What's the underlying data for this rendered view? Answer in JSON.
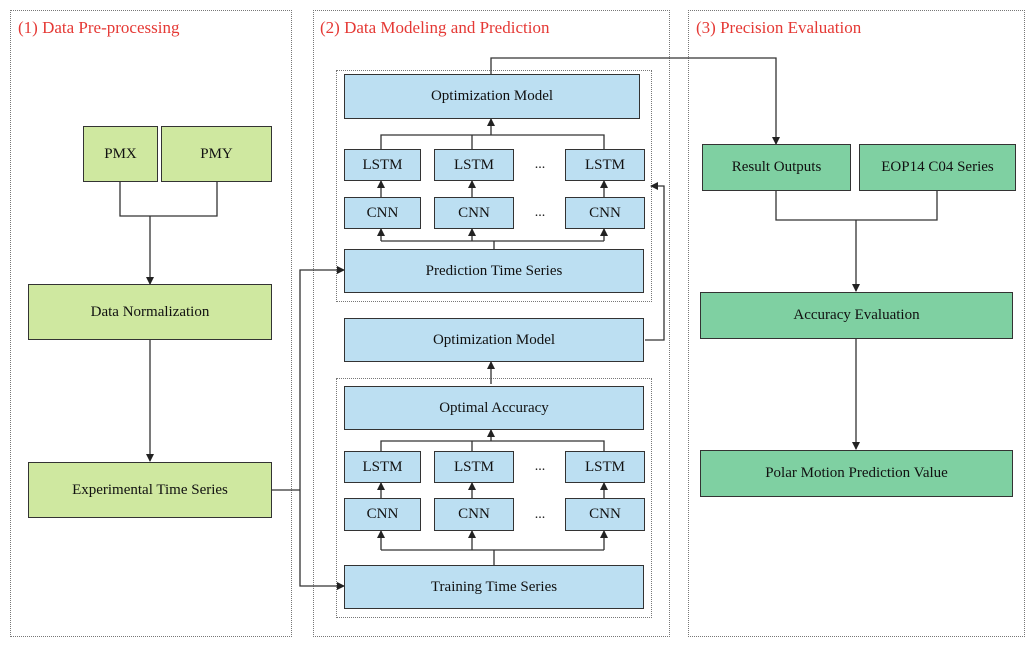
{
  "sections": {
    "preprocessing": {
      "title": "(1) Data Pre-processing"
    },
    "modeling": {
      "title": "(2) Data Modeling and Prediction"
    },
    "evaluation": {
      "title": "(3) Precision Evaluation"
    }
  },
  "preprocessing": {
    "pmx": "PMX",
    "pmy": "PMY",
    "normalization": "Data Normalization",
    "experimental": "Experimental Time Series"
  },
  "modeling": {
    "prediction_block": {
      "optimization_model": "Optimization Model",
      "lstm": [
        "LSTM",
        "LSTM",
        "LSTM"
      ],
      "cnn": [
        "CNN",
        "CNN",
        "CNN"
      ],
      "ellipsis": "...",
      "prediction_series": "Prediction Time Series"
    },
    "middle_optimization_model": "Optimization Model",
    "training_block": {
      "optimal_accuracy": "Optimal Accuracy",
      "lstm": [
        "LSTM",
        "LSTM",
        "LSTM"
      ],
      "cnn": [
        "CNN",
        "CNN",
        "CNN"
      ],
      "ellipsis": "...",
      "training_series": "Training Time Series"
    }
  },
  "evaluation": {
    "result_outputs": "Result Outputs",
    "eop_series": "EOP14 C04 Series",
    "accuracy_evaluation": "Accuracy Evaluation",
    "prediction_value": "Polar Motion Prediction Value"
  },
  "colors": {
    "section_title": "#e53935",
    "green_box": "#cfe8a0",
    "blue_box": "#bcdff2",
    "teal_box": "#7fd0a2"
  }
}
